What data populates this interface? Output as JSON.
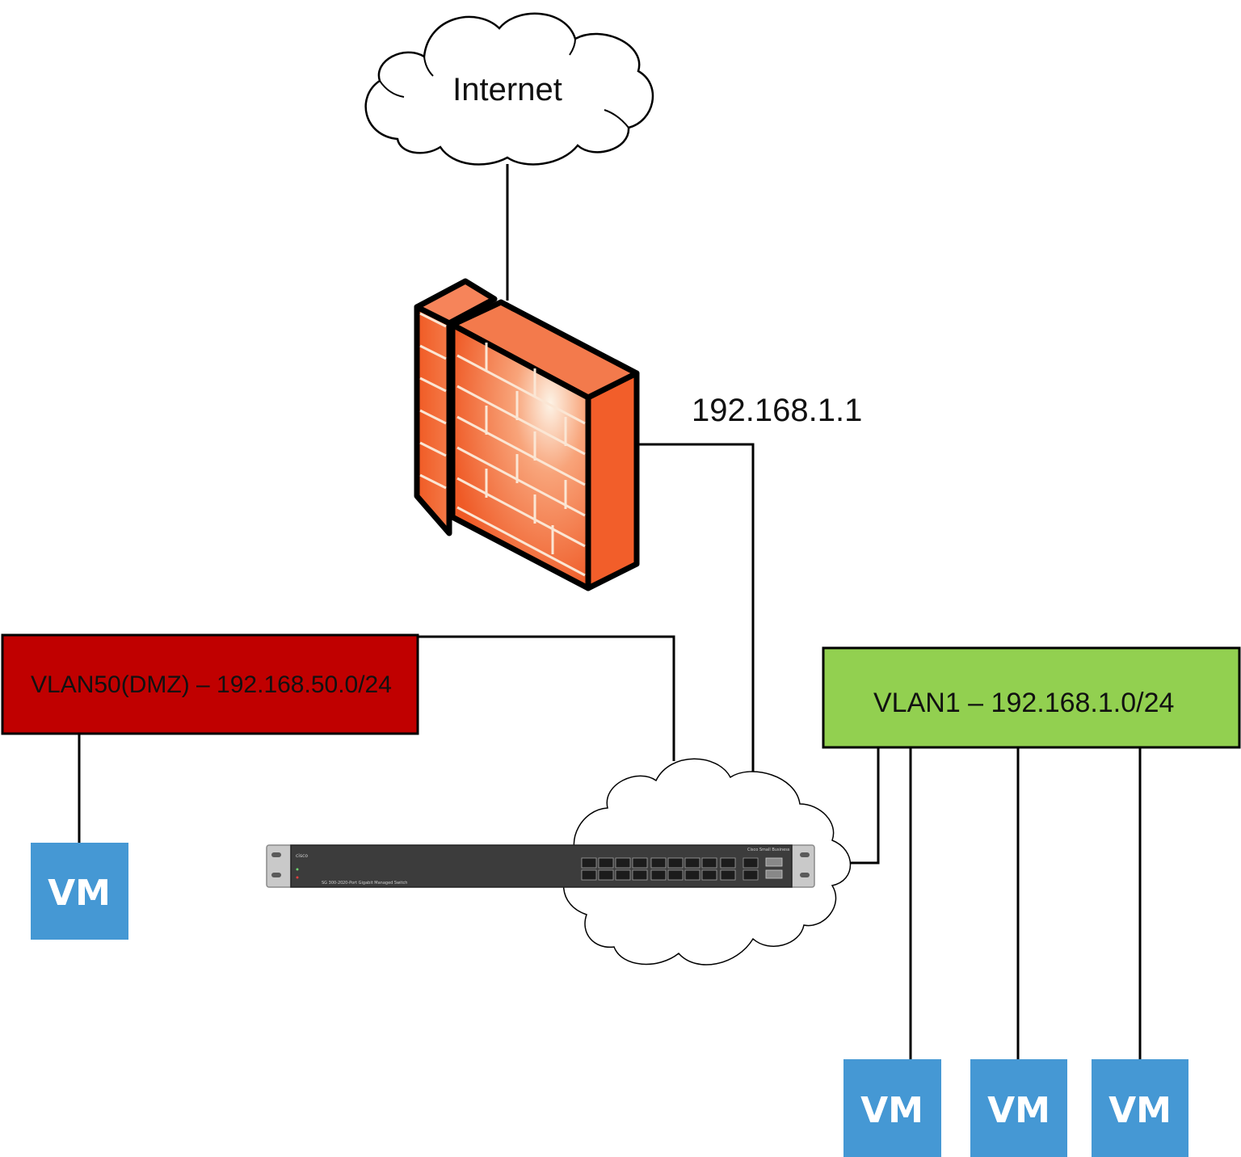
{
  "diagram": {
    "internet_label": "Internet",
    "gateway_ip": "192.168.1.1",
    "dmz_vlan_label": "VLAN50(DMZ) – 192.168.50.0/24",
    "lan_vlan_label": "VLAN1 – 192.168.1.0/24",
    "switch": {
      "brand": "cisco",
      "product_line": "Cisco Small Business",
      "model": "SG 300-20",
      "description": "20-Port Gigabit Managed Switch"
    },
    "vms": [
      {
        "label": "VM"
      },
      {
        "label": "VM"
      },
      {
        "label": "VM"
      },
      {
        "label": "VM"
      }
    ]
  },
  "colors": {
    "dmz_fill": "#c00000",
    "lan_fill": "#92d050",
    "vm_fill": "#4598d4",
    "firewall_fill": "#f26b3a",
    "switch_body": "#3c3c3c"
  }
}
